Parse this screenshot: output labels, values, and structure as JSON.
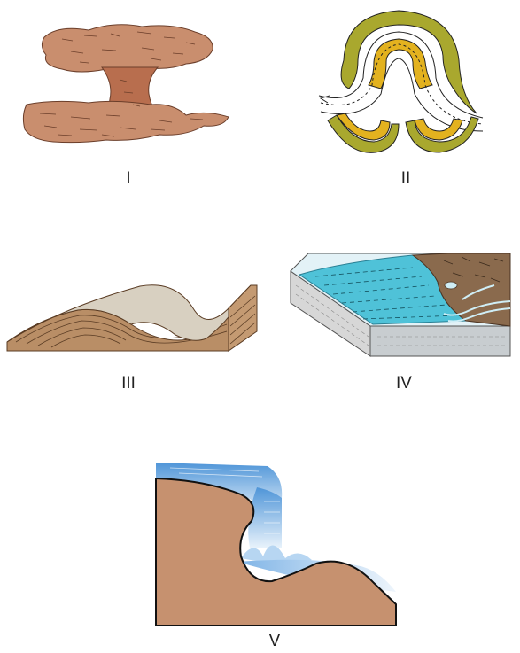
{
  "figure": {
    "panels": [
      {
        "label": "I",
        "subject": "mushroom-rock"
      },
      {
        "label": "II",
        "subject": "meander-bends"
      },
      {
        "label": "III",
        "subject": "folded-sand-dune"
      },
      {
        "label": "IV",
        "subject": "lake-delta-block"
      },
      {
        "label": "V",
        "subject": "waterfall-plunge-pool"
      }
    ]
  },
  "colors": {
    "rock_brown": "#c98e6e",
    "rock_brown_dark": "#b86e4e",
    "meander_olive": "#a9a82e",
    "meander_yellow": "#e3b21f",
    "sand": "#d8d0c1",
    "strata_brown": "#b98e66",
    "lake_blue": "#4fc2d8",
    "cliff_brown": "#8a6a4d",
    "water_blue": "#6aa6df",
    "ground_tan": "#c6916f"
  }
}
